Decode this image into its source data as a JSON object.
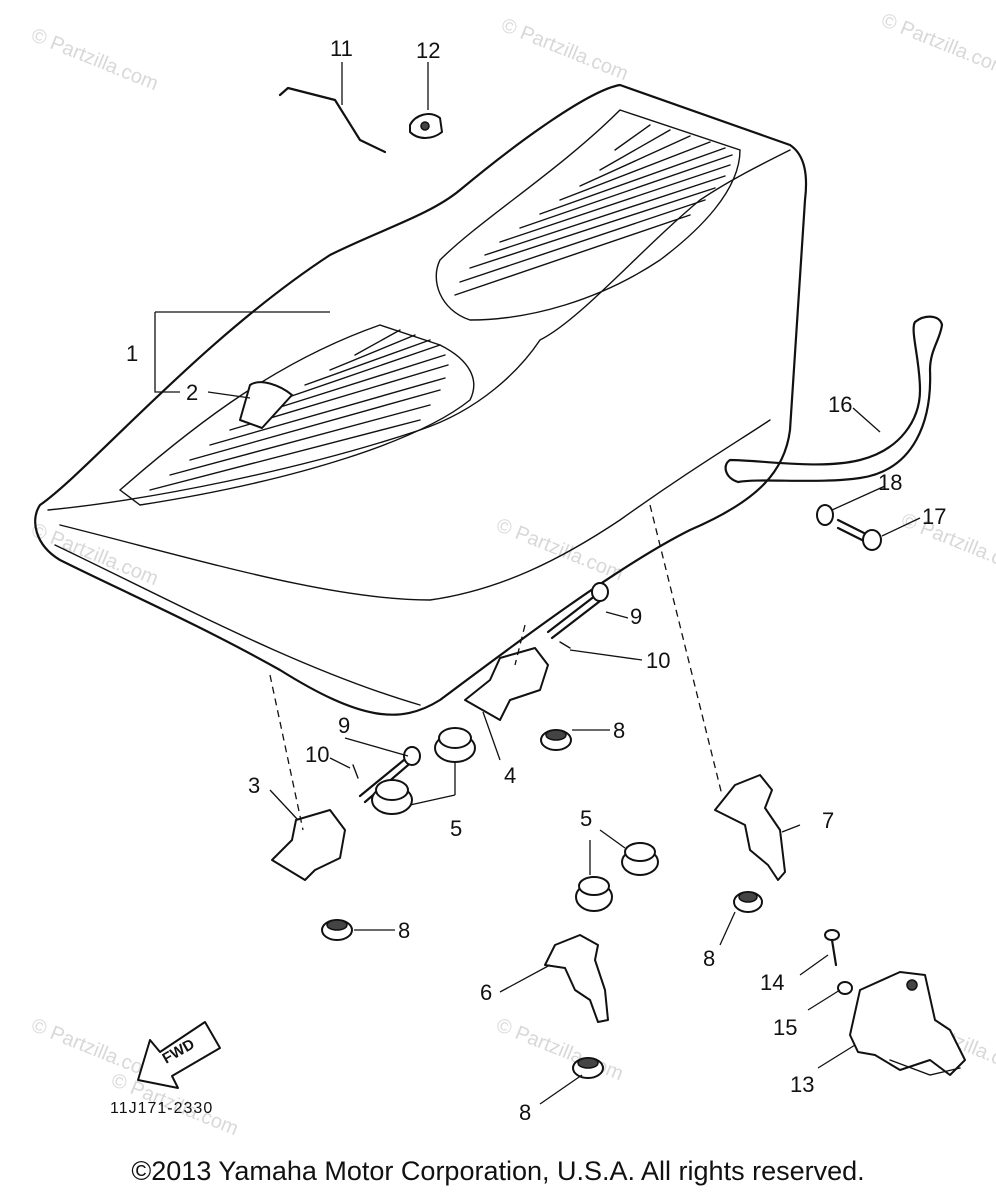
{
  "watermarks": [
    "© Partzilla.com",
    "© Partzilla.com",
    "© Partzilla.com",
    "© Partzilla.com",
    "© Partzilla.com",
    "© Partzilla.com",
    "© Partzilla.com",
    "© Partzilla.com",
    "© Partzilla.com",
    "© Partzilla.com"
  ],
  "callouts": {
    "c1": "1",
    "c2": "2",
    "c3": "3",
    "c4": "4",
    "c5a": "5",
    "c5b": "5",
    "c6": "6",
    "c7": "7",
    "c8a": "8",
    "c8b": "8",
    "c8c": "8",
    "c8d": "8",
    "c9a": "9",
    "c9b": "9",
    "c10a": "10",
    "c10b": "10",
    "c11": "11",
    "c12": "12",
    "c13": "13",
    "c14": "14",
    "c15": "15",
    "c16": "16",
    "c17": "17",
    "c18": "18"
  },
  "fwd_label": "FWD",
  "drawing_code": "11J171-2330",
  "copyright": "©2013 Yamaha Motor Corporation, U.S.A. All rights reserved."
}
